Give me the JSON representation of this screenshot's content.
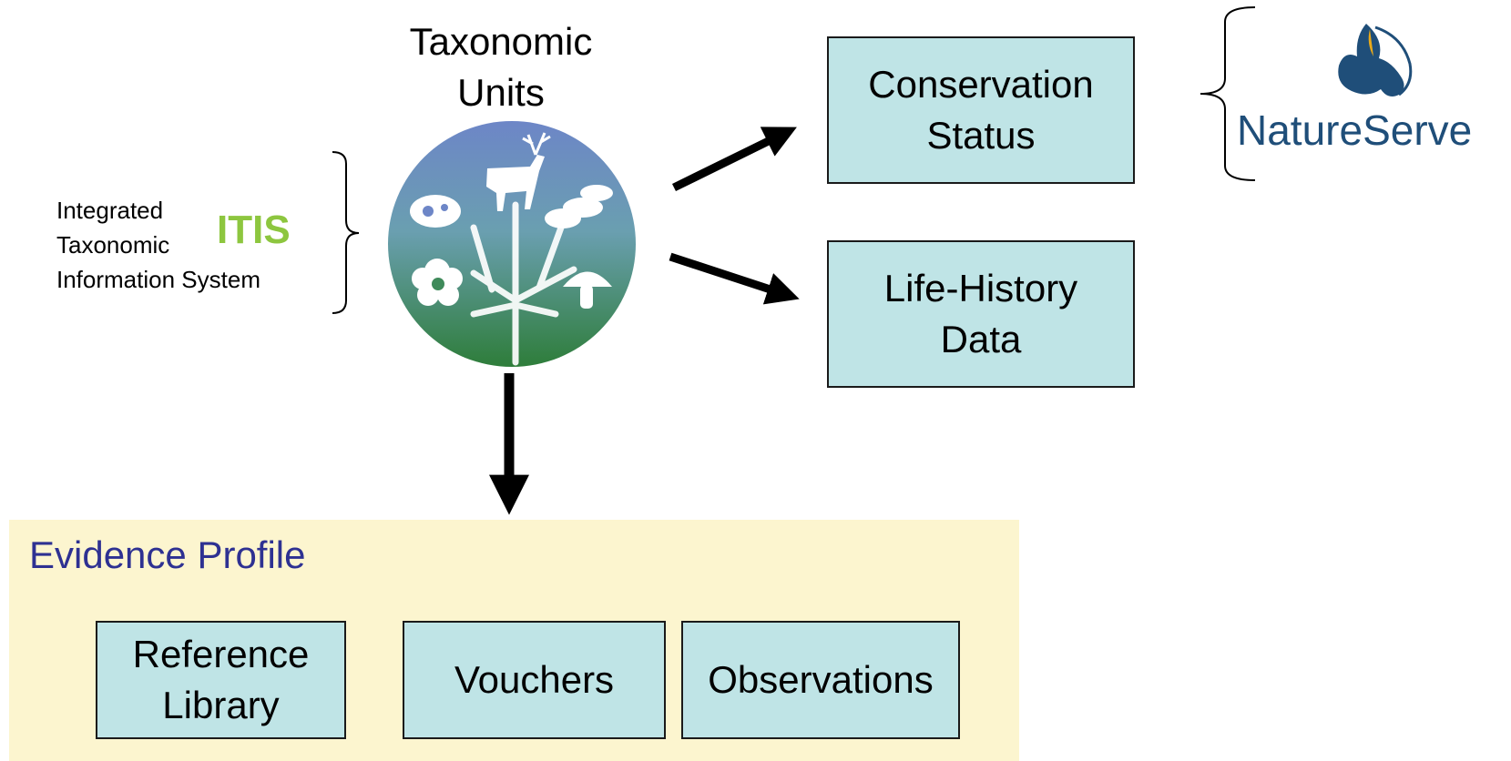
{
  "taxonomic_units": {
    "title": "Taxonomic\nUnits"
  },
  "itis": {
    "description": "Integrated\nTaxonomic\nInformation System",
    "acronym": "ITIS"
  },
  "conservation_status": {
    "label": "Conservation\nStatus"
  },
  "life_history": {
    "label": "Life-History\nData"
  },
  "natureserve": {
    "logo_text": "NatureServe"
  },
  "evidence_profile": {
    "title": "Evidence Profile",
    "items": [
      {
        "label": "Reference\nLibrary"
      },
      {
        "label": "Vouchers"
      },
      {
        "label": "Observations"
      }
    ]
  },
  "colors": {
    "box_fill": "#bfe4e6",
    "evidence_panel": "#fcf5cf",
    "evidence_title": "#2e3192",
    "itis_green": "#8dc63f",
    "natureserve_blue": "#1f4e79",
    "emblem_top": "#6d86c7",
    "emblem_bottom": "#2e7d3a"
  }
}
